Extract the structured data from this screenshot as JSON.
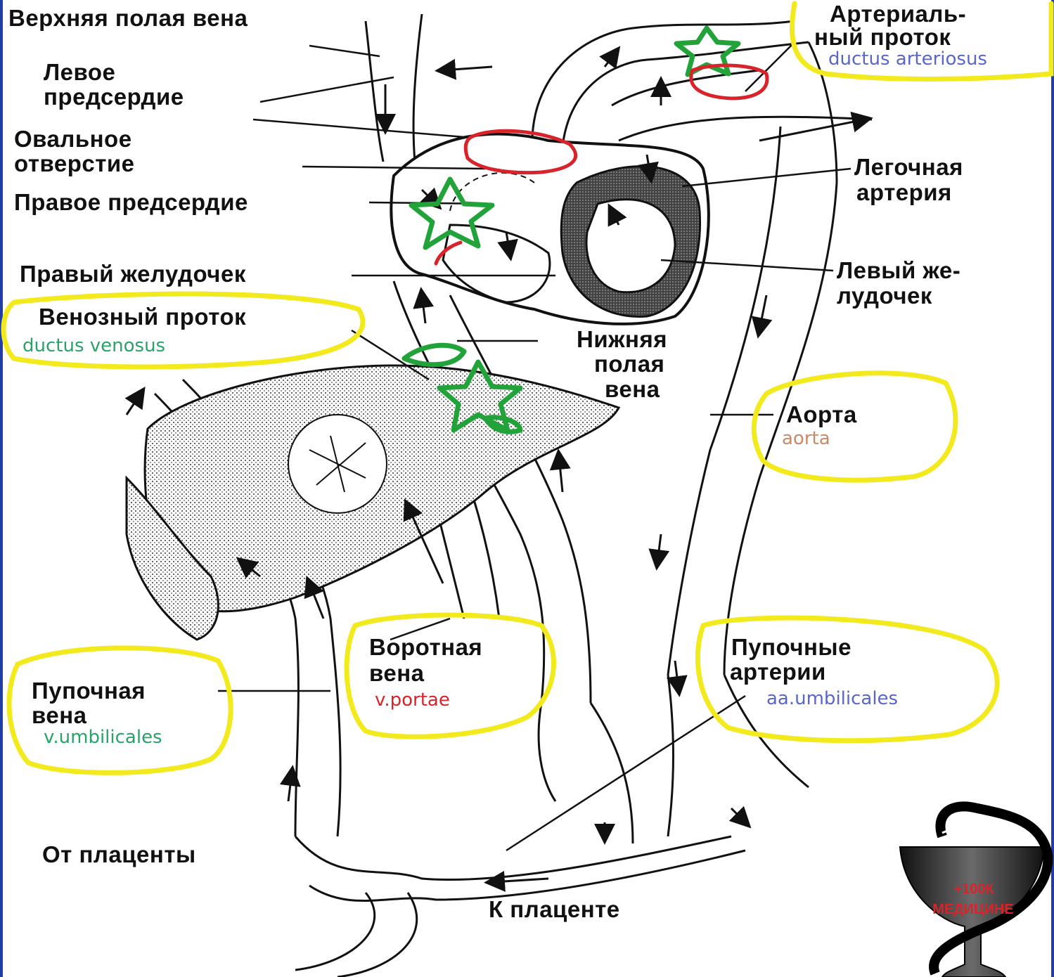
{
  "labels": {
    "svc": "Верхняя полая вена",
    "la_1": "Левое",
    "la_2": "предсердие",
    "fo_1": "Овальное",
    "fo_2": "отверстие",
    "ra": "Правое предсердие",
    "rv": "Правый желудочек",
    "dv": "Венозный проток",
    "da_1": "Артериаль-",
    "da_2": "ный проток",
    "pa_1": "Легочная",
    "pa_2": "артерия",
    "lv_1": "Левый же-",
    "lv_2": "лудочек",
    "ivc_1": "Нижняя",
    "ivc_2": "полая",
    "ivc_3": "вена",
    "aorta": "Аорта",
    "pv_1": "Воротная",
    "pv_2": "вена",
    "uv_1": "Пупочная",
    "uv_2": "вена",
    "ua_1": "Пупочные",
    "ua_2": "артерии",
    "from_placenta": "От плаценты",
    "to_placenta": "К плаценте"
  },
  "latin": {
    "da": "ductus arteriosus",
    "dv": "ductus venosus",
    "aorta": "aorta",
    "pv": "v.portae",
    "uv": "v.umbilicales",
    "ua": "aa.umbilicales"
  },
  "logo": {
    "line1": "+100К",
    "line2": "МЕДИЦИНЕ"
  },
  "colors": {
    "highlight_yellow": "#f2ea1c",
    "star_green": "#22a33a",
    "mark_red": "#d8232a",
    "latin_blue": "#5a66c8",
    "latin_green": "#2aa36a",
    "latin_tan": "#c98a6a",
    "latin_red": "#d8232a",
    "border_blue": "#1f3fa6"
  },
  "icons": [
    "star-marker",
    "red-ring-marker",
    "bowl-of-hygieia-icon"
  ]
}
